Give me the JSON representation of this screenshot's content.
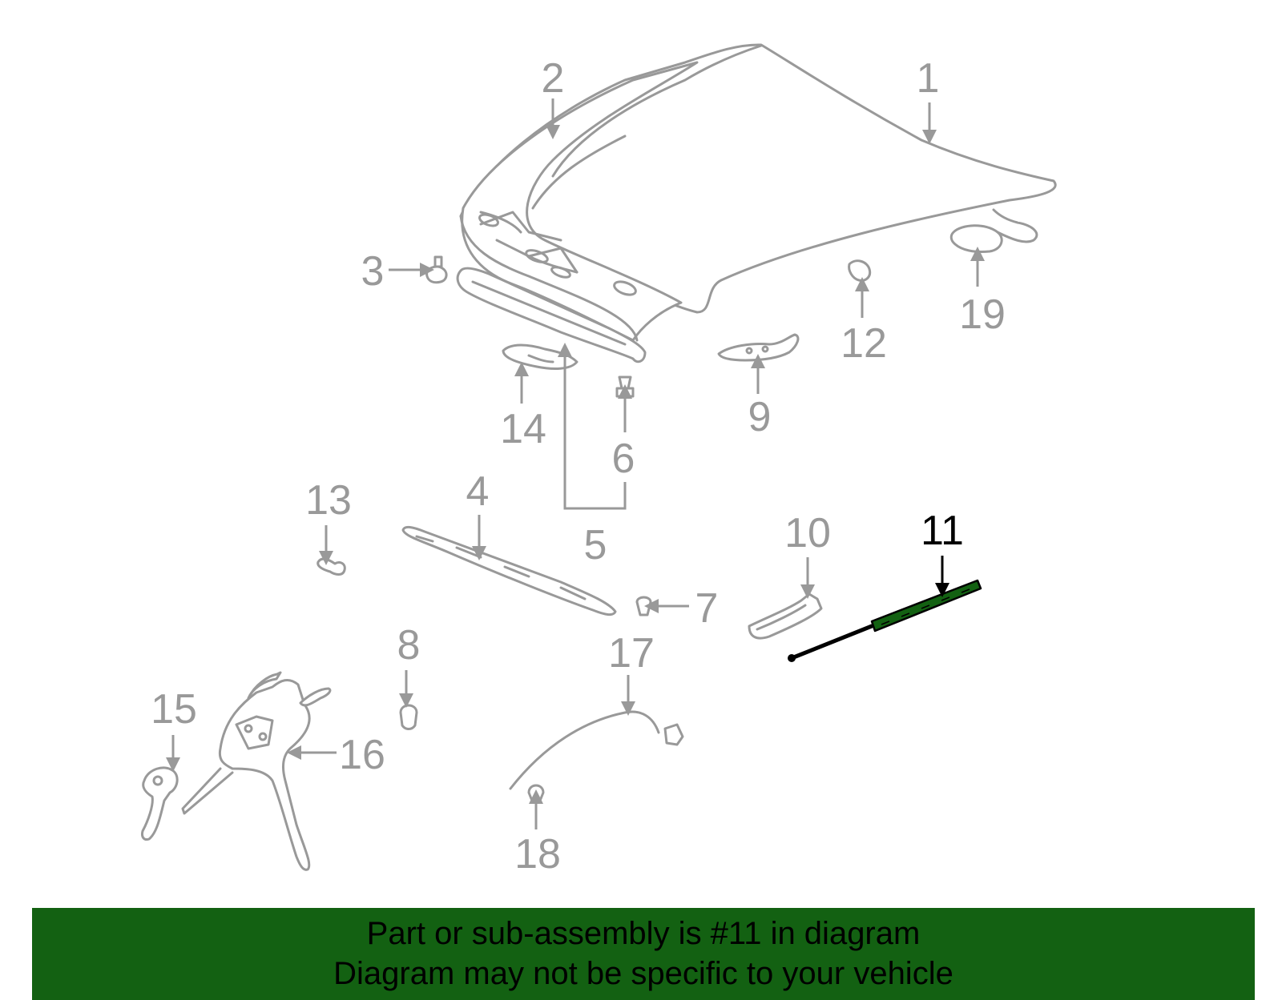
{
  "diagram": {
    "highlight_color": "#136112",
    "line_color": "#999999",
    "callouts": {
      "c1": "1",
      "c2": "2",
      "c3": "3",
      "c4": "4",
      "c5": "5",
      "c6": "6",
      "c7": "7",
      "c8": "8",
      "c9": "9",
      "c10": "10",
      "c11": "11",
      "c12": "12",
      "c13": "13",
      "c14": "14",
      "c15": "15",
      "c16": "16",
      "c17": "17",
      "c18": "18",
      "c19": "19"
    },
    "highlighted_part": "11"
  },
  "banner": {
    "line1": "Part or sub-assembly is #11 in diagram",
    "line2": "Diagram may not be specific to your vehicle",
    "background": "#136112"
  }
}
